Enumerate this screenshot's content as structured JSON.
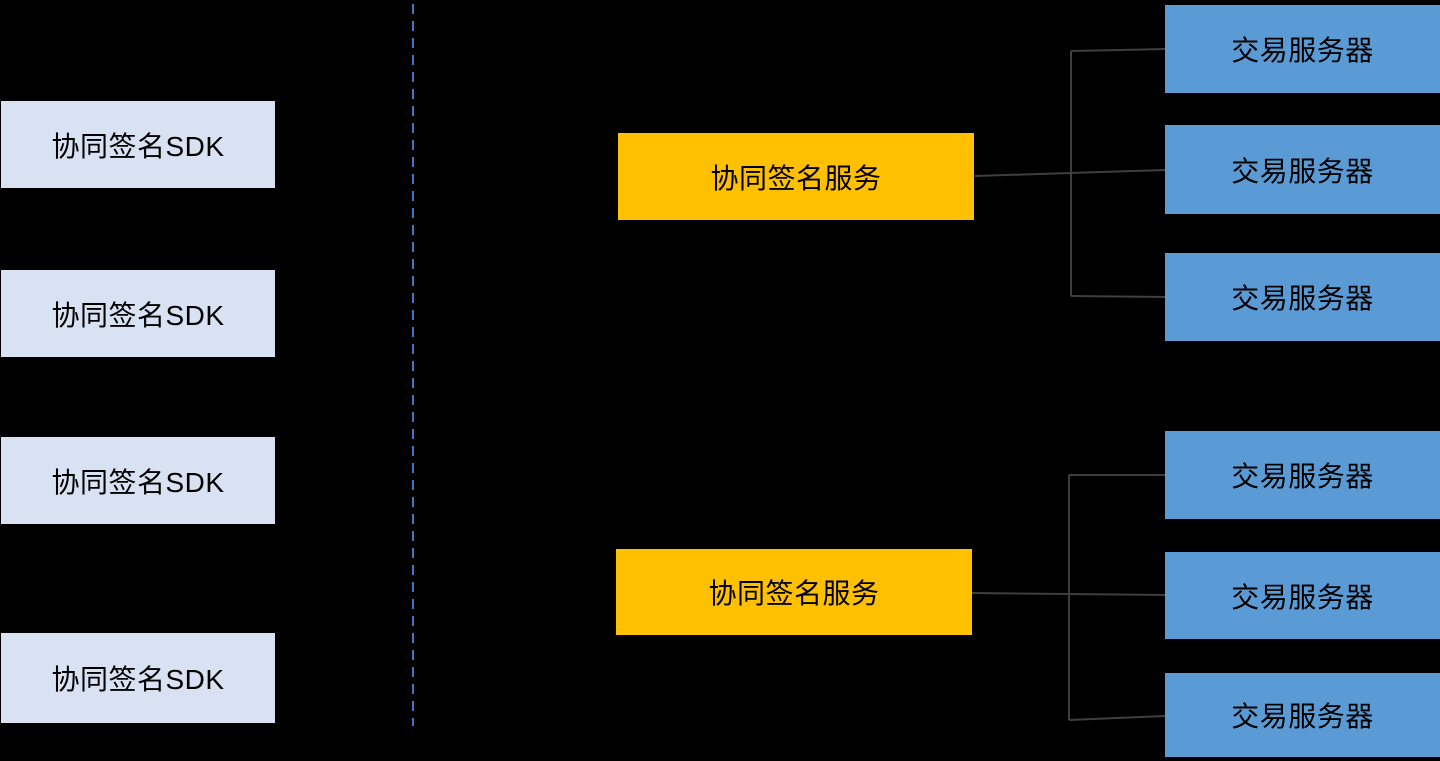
{
  "diagram": {
    "background_color": "#000000",
    "divider": {
      "style": "dashed",
      "color": "#4472C4"
    },
    "connector_color": "#3F3F3F",
    "sdk_nodes": {
      "fill": "#D9E2F3",
      "items": [
        {
          "label": "协同签名SDK"
        },
        {
          "label": "协同签名SDK"
        },
        {
          "label": "协同签名SDK"
        },
        {
          "label": "协同签名SDK"
        }
      ]
    },
    "service_nodes": {
      "fill": "#FFC000",
      "items": [
        {
          "label": "协同签名服务"
        },
        {
          "label": "协同签名服务"
        }
      ]
    },
    "server_nodes": {
      "fill": "#5B9BD5",
      "items": [
        {
          "label": "交易服务器"
        },
        {
          "label": "交易服务器"
        },
        {
          "label": "交易服务器"
        },
        {
          "label": "交易服务器"
        },
        {
          "label": "交易服务器"
        },
        {
          "label": "交易服务器"
        }
      ]
    },
    "edges": [
      {
        "from": "service-1",
        "to": "server-1"
      },
      {
        "from": "service-1",
        "to": "server-2"
      },
      {
        "from": "service-1",
        "to": "server-3"
      },
      {
        "from": "service-2",
        "to": "server-4"
      },
      {
        "from": "service-2",
        "to": "server-5"
      },
      {
        "from": "service-2",
        "to": "server-6"
      }
    ]
  }
}
